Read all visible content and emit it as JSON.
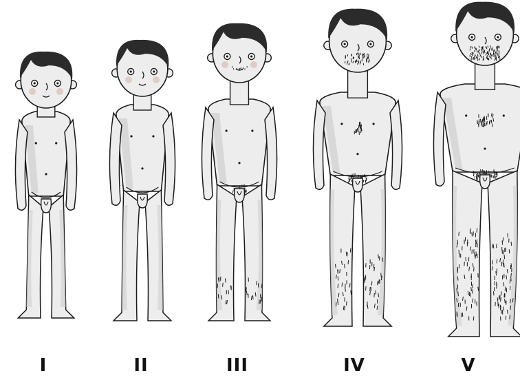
{
  "figures": [
    {
      "label": "I"
    },
    {
      "label": "II"
    },
    {
      "label": "III"
    },
    {
      "label": "IV"
    },
    {
      "label": "V"
    }
  ],
  "colors": {
    "skin": "#ededed",
    "shadow": "#cfcfcf",
    "hair": "#2b2b2b",
    "ink": "#1a1a1a",
    "cheek": "#d9b5a8",
    "background": "#ffffff"
  }
}
